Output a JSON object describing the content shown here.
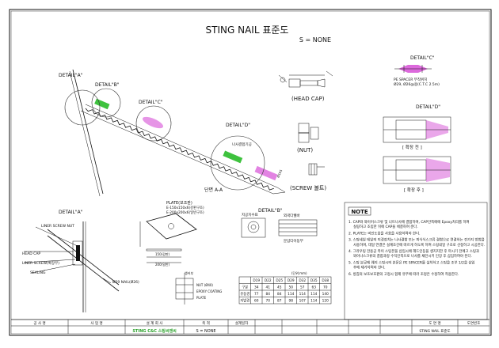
{
  "title": "STING NAIL 표준도",
  "scale": "S = NONE",
  "details": {
    "a": "DETAIL\"A\"",
    "b": "DETAIL\"B\"",
    "c": "DETAIL\"C\"",
    "d": "DETAIL\"D\"",
    "d_right": "DETAIL\"D\"",
    "a_bottom": "DETAIL\"A\"",
    "b_bottom": "DETAIL\"B\""
  },
  "labels": {
    "head_cap": "(HEAD CAP)",
    "nut": "(NUT)",
    "screw": "(SCREW 볼트)",
    "section_aa": "단면 A-A",
    "spacer_line1": "PE SPACER 부착위치",
    "spacer_line2": "Ø29, Ø26@용(C.T.C 2.5m)",
    "before": "[ 확장 전 ]",
    "after": "[ 확장 후 ]",
    "plate_title": "PLATE(보조판)",
    "plate_line1": "E-150x150x6(강판구조)",
    "plate_line2": "E-200x200x6(일반구조)",
    "liner_screw_nut": "LINER SCREW NUT",
    "liner_screw": "LINER SCREW(확장부)",
    "head_cap_left": "HEAD CAP",
    "sealing": "SEALING",
    "dia_nail": "Ø29 NAIL(Ø26)",
    "expand_label": "나사결합기공",
    "epoxy": "EPOXY COATING",
    "nut_small": "NUT (Ø40)",
    "plate_small": "PLATE",
    "anchor": "앵커부",
    "anchor_zone": "외곽다웰바",
    "insert": "분삽디이동부",
    "screw_spec": "지공치수표",
    "unit": "(단위:mm)"
  },
  "table": {
    "headers": [
      "",
      "D19",
      "D22",
      "D25",
      "D29",
      "D32",
      "D35",
      "D38"
    ],
    "rows": [
      [
        "구분",
        "34",
        "41",
        "45",
        "50",
        "57",
        "63",
        "70"
      ],
      [
        "유동경",
        "77",
        "84",
        "84",
        "114",
        "114",
        "114",
        "140"
      ],
      [
        "지발경",
        "60",
        "70",
        "87",
        "98",
        "107",
        "114",
        "120"
      ]
    ]
  },
  "note": {
    "title": "NOTE",
    "items": [
      "1. CAP와 와이어스크류 및 너트나사에 결합하며, CAP안쪽에에 Epoxy처리를 하여 실링하고 조립한 뒤에 CAP을 체결하여 준다.",
      "2. PLATE는 비인도음을 사용을 사용하여야 한다.",
      "3. 스팅네일 테일의 이경장치는 나사결합 또는 피식식스크류 결합으로 연결하는 전가지 방법을 사용하며, 테일 연결은 설계조건에 따르게 하도록 하여 스팅네일 구조로 선정하고 시공한다.",
      "4. 그라우팅 전용공 측이 스팅본을 삽입시에 헤드인등을 생지지한 후 마시기 전에고 스팅과 와이나스크류의 결합과정 수직인쪽으로 나사를 채전시키 인장 후 삽입하여야 된다.",
      "5. 스팅 분공에 웨지 스팅시의 본문은 PE SPACER를 설치하고 스팅을 조부 1/2을 삽입 후에 재가하여야 한다.",
      "6. 방침의 보조보호판의 고정시 합제 유무에 따라 조정은 수정하여 적용한다."
    ]
  },
  "titleblock": {
    "headers": [
      "공 사 명",
      "사 업 명",
      "설 계 회 사",
      "축 척",
      "설계일자",
      "",
      "",
      "",
      "",
      "도 면 명",
      "도면번호"
    ],
    "company": "STING C&C 스팅씨앤씨",
    "scale_value": "S = NONE",
    "drawing_name": "STING NAIL 표준도"
  },
  "colors": {
    "magenta": "#d64fd6",
    "green": "#3ec23e",
    "line": "#111111"
  }
}
